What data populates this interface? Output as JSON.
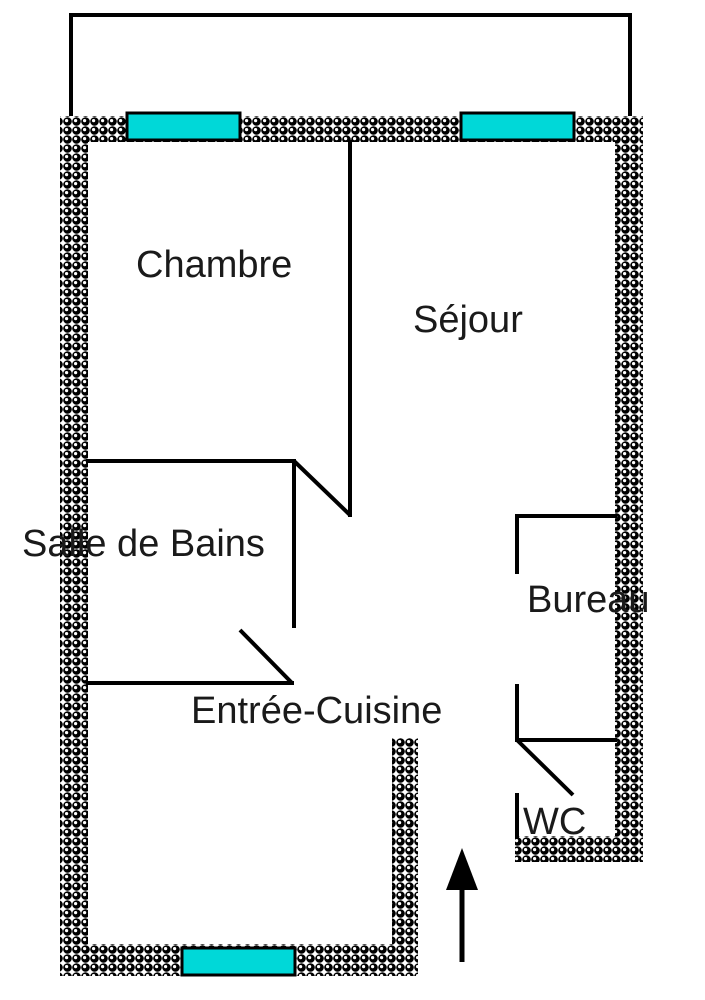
{
  "plan": {
    "rooms": {
      "chambre": "Chambre",
      "sejour": "Séjour",
      "salle_de_bains": "Salle de Bains",
      "bureau": "Bureau",
      "entree_cuisine": "Entrée-Cuisine",
      "wc": "WC"
    },
    "colors": {
      "wall_bead": "#000000",
      "wall_bead_highlight": "#ffffff",
      "window": "#00d8d8",
      "line": "#000000",
      "background": "#ffffff"
    },
    "icons": {
      "entrance": "arrow-up-icon"
    }
  }
}
